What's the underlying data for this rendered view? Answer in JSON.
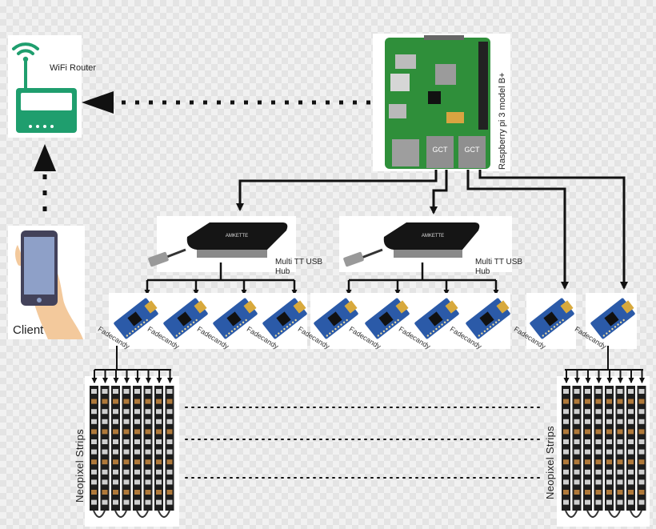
{
  "router": {
    "label": "WiFi Router"
  },
  "client": {
    "label": "Client"
  },
  "raspberry_pi": {
    "label": "Raspberry pi 3 model B+",
    "chip_left": "GCT",
    "chip_right": "GCT"
  },
  "hubs": [
    {
      "label": "Multi TT USB Hub",
      "brand": "AMKETTE"
    },
    {
      "label": "Multi TT USB Hub",
      "brand": "AMKETTE"
    }
  ],
  "fadecandy_label": "Fadecandy",
  "fadecandy_count": 10,
  "strip_group_label": "Neopixel Strips",
  "strips_per_group": 8,
  "colors": {
    "router_green": "#1f9e6e",
    "pcb_blue": "#2b5aa8",
    "pcb_green": "#2f8f3a",
    "arrow": "#111111"
  }
}
